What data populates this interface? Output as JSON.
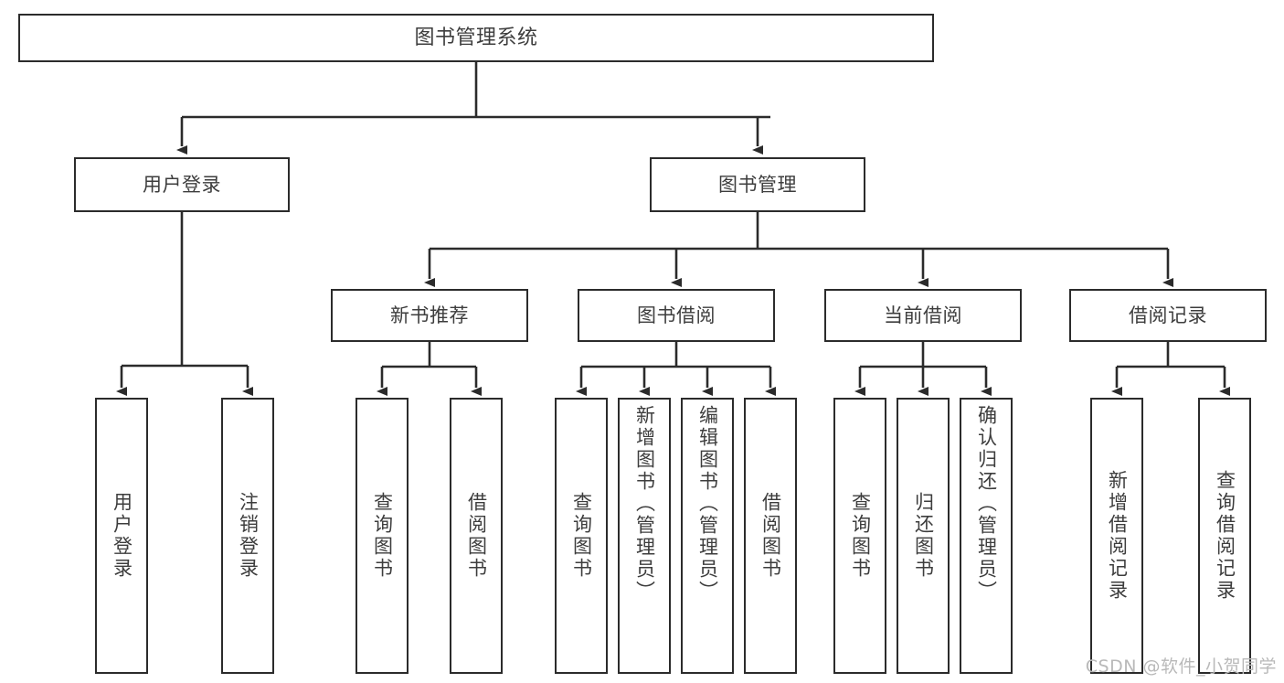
{
  "diagram": {
    "title": "图书管理系统",
    "type": "tree-hierarchy",
    "root": {
      "label": "图书管理系统"
    },
    "level1": [
      {
        "label": "用户登录"
      },
      {
        "label": "图书管理"
      }
    ],
    "level2": [
      {
        "label": "新书推荐"
      },
      {
        "label": "图书借阅"
      },
      {
        "label": "当前借阅"
      },
      {
        "label": "借阅记录"
      }
    ],
    "leaves": {
      "user_login": [
        {
          "label": "用户登录"
        },
        {
          "label": "注销登录"
        }
      ],
      "new_book_recommend": [
        {
          "label": "查询图书"
        },
        {
          "label": "借阅图书"
        }
      ],
      "book_borrow": [
        {
          "label": "查询图书"
        },
        {
          "label": "新增图书（管理员）"
        },
        {
          "label": "编辑图书（管理员）"
        },
        {
          "label": "借阅图书"
        }
      ],
      "current_borrow": [
        {
          "label": "查询图书"
        },
        {
          "label": "归还图书"
        },
        {
          "label": "确认归还（管理员）"
        }
      ],
      "borrow_record": [
        {
          "label": "新增借阅记录"
        },
        {
          "label": "查询借阅记录"
        }
      ]
    }
  },
  "watermark": {
    "text": "CSDN @软件_小贺同学"
  },
  "colors": {
    "stroke": "#2b2b2b",
    "text": "#3d3d3d",
    "background": "#ffffff",
    "watermark": "#b9b9b9"
  }
}
